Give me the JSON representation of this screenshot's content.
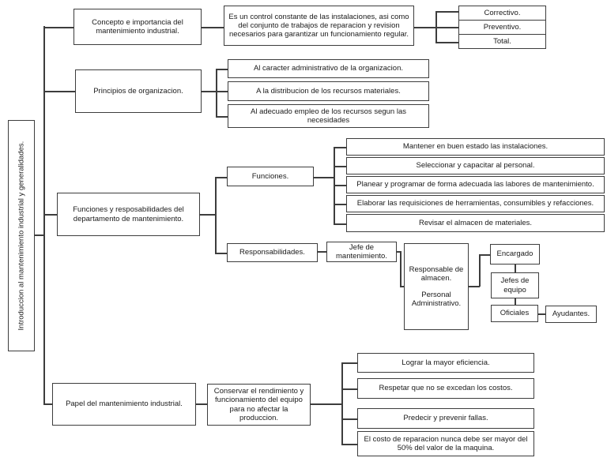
{
  "title": "Introduccion al mantenimiento industrial y generalidades.",
  "colors": {
    "line": "#3d3d3d",
    "background": "#ffffff",
    "text": "#1a1a1a"
  },
  "branches": {
    "concepto": {
      "label": "Concepto e importancia del mantenimiento industrial.",
      "definition": "Es un control constante de las instalaciones, asi como del conjunto de trabajos de reparacion y revision necesarios para garantizar un funcionamiento regular.",
      "types": [
        "Correctivo.",
        "Preventivo.",
        "Total."
      ]
    },
    "principios": {
      "label": "Principios de organizacion.",
      "items": [
        "Al caracter administrativo de la organizacion.",
        "A la distribucion de los recursos materiales.",
        "Al adecuado empleo de los recursos segun las necesidades"
      ]
    },
    "funciones_resp": {
      "label": "Funciones y resposabilidades del departamento de mantenimiento.",
      "funciones": {
        "label": "Funciones.",
        "items": [
          "Mantener en buen estado las instalaciones.",
          "Seleccionar y capacitar al personal.",
          "Planear y programar de forma adecuada las labores de mantenimiento.",
          "Elaborar las requisiciones de herramientas, consumibles y refacciones.",
          "Revisar el almacen de materiales."
        ]
      },
      "responsabilidades": {
        "label": "Responsabilidades.",
        "jefe": "Jefe de mantenimiento.",
        "responsable_line1": "Responsable de almacen.",
        "responsable_line2": "Personal Administrativo.",
        "encargado": "Encargado",
        "jefes_equipo": "Jefes de equipo",
        "oficiales": "Oficiales",
        "ayudantes": "Ayudantes."
      }
    },
    "papel": {
      "label": "Papel del mantenimiento industrial.",
      "definition": "Conservar el rendimiento y funcionamiento del equipo para no afectar la produccion.",
      "items": [
        "Lograr la mayor eficiencia.",
        "Respetar que no se excedan los costos.",
        "Predecir y prevenir fallas.",
        "El costo de reparacion nunca debe ser mayor del 50% del valor de la maquina."
      ]
    }
  }
}
